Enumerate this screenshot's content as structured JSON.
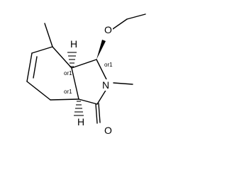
{
  "atoms": {
    "o_ether": "O",
    "n_ring": "N",
    "o_carbonyl": "O",
    "h_top": "H",
    "h_bottom": "H"
  },
  "stereo_labels": {
    "c1": "or1",
    "c3a": "or1",
    "c7a": "or1"
  }
}
